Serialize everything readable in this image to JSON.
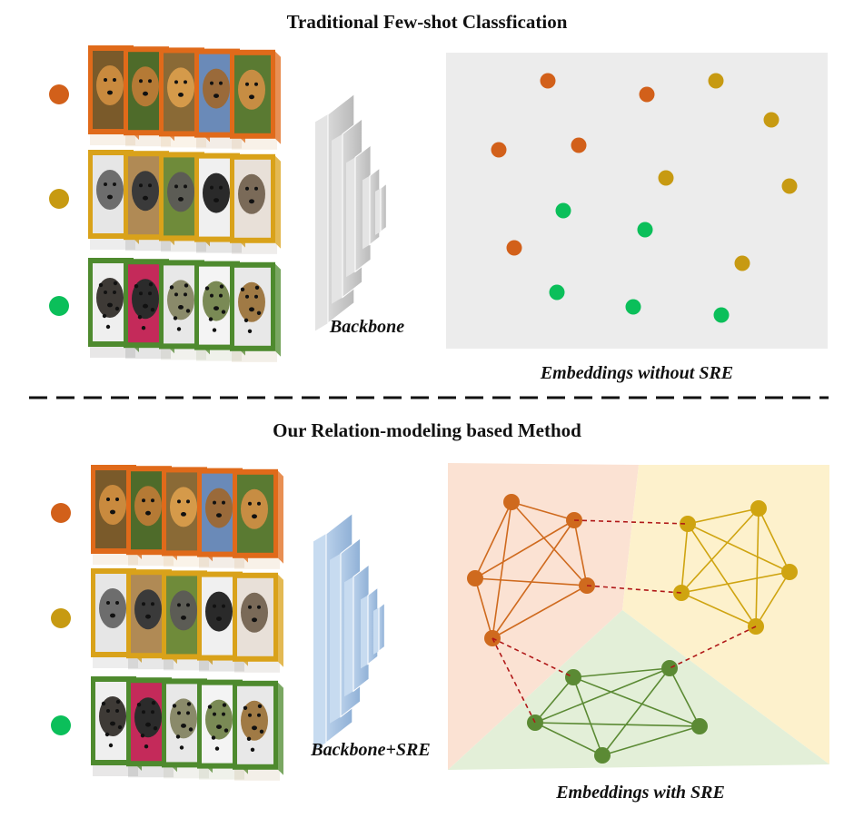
{
  "top": {
    "title": "Traditional Few-shot Classfication",
    "backbone_label": "Backbone",
    "embedding_label": "Embeddings without SRE"
  },
  "bottom": {
    "title": "Our Relation-modeling based Method",
    "backbone_label": "Backbone+SRE",
    "embedding_label": "Embeddings with SRE"
  },
  "classes": [
    {
      "name": "orange",
      "color": "#d2601a",
      "frame": "#e06a1a",
      "photo": "golden-retriever"
    },
    {
      "name": "gold",
      "color": "#c79a12",
      "frame": "#d9a21a",
      "photo": "husky"
    },
    {
      "name": "green",
      "color": "#0bbf5a",
      "frame": "#4e8a2e",
      "photo": "dalmatian"
    }
  ],
  "colors": {
    "orange": "#d2601a",
    "gold": "#c79a12",
    "green": "#0bbf5a",
    "graph_orange": "#cf6a1e",
    "graph_gold": "#cfa410",
    "graph_green": "#5b8a34",
    "dashed_link": "#b01818",
    "panel_gray": "#ececec",
    "backbone_gray": "#cfcfcf",
    "backbone_blue": "#a9c4e2"
  }
}
